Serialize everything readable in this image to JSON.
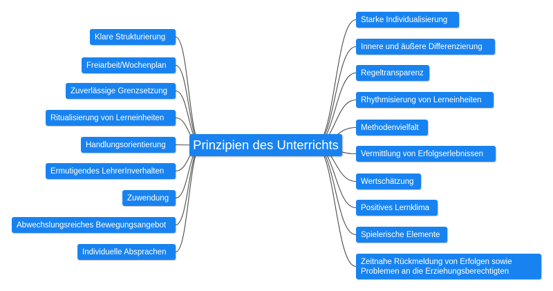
{
  "colors": {
    "node_bg": "#1883f0",
    "node_text": "#ffffff",
    "connector": "#4a4a4a"
  },
  "center": {
    "label": "Prinzipien des Unterrichts"
  },
  "left_nodes": [
    "Klare Strukturierung",
    "Freiarbeit/Wochenplan",
    "Zuverlässige Grenzsetzung",
    "Ritualisierung von Lerneinheiten",
    "Handlungsorientierung",
    "Ermutigendes LehrerInverhalten",
    "Zuwendung",
    "Abwechslungsreiches Bewegungsangebot",
    "Individuelle Absprachen"
  ],
  "right_nodes": [
    "Starke Individualisierung",
    "Innere und äußere Differenzierung",
    "Regeltransparenz",
    "Rhythmisierung von Lerneinheiten",
    "Methodenvielfalt",
    "Vermittlung von Erfolgserlebnissen",
    "Wertschätzung",
    "Positives Lernklima",
    "Spielerische Elemente",
    "Zeitnahe Rückmeldung von Erfolgen sowie Problemen an die Erziehungsberechtigten"
  ]
}
